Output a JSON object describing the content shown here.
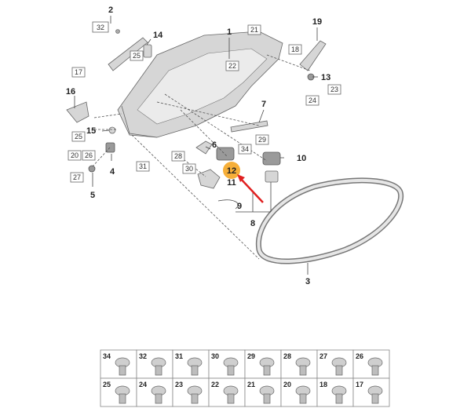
{
  "labels": {
    "l1": "1",
    "l2": "2",
    "l3": "3",
    "l4": "4",
    "l5": "5",
    "l6": "6",
    "l7": "7",
    "l8": "8",
    "l9": "9",
    "l10": "10",
    "l11": "11",
    "l12": "12",
    "l13": "13",
    "l14": "14",
    "l15": "15",
    "l16": "16",
    "l19": "19"
  },
  "boxed": {
    "b17": "17",
    "b18": "18",
    "b20": "20",
    "b21": "21",
    "b22": "22",
    "b24": "24",
    "b23": "23",
    "b25a": "25",
    "b25b": "25",
    "b26": "26",
    "b27": "27",
    "b28": "28",
    "b29": "29",
    "b30": "30",
    "b31": "31",
    "b32": "32",
    "b34": "34"
  },
  "grid": {
    "row1": [
      "34",
      "32",
      "31",
      "30",
      "29",
      "28",
      "27",
      "26"
    ],
    "row2": [
      "25",
      "24",
      "23",
      "22",
      "21",
      "20",
      "18",
      "17"
    ]
  },
  "highlight": {
    "color": "#f5a623",
    "arrow_color": "#e02020"
  }
}
